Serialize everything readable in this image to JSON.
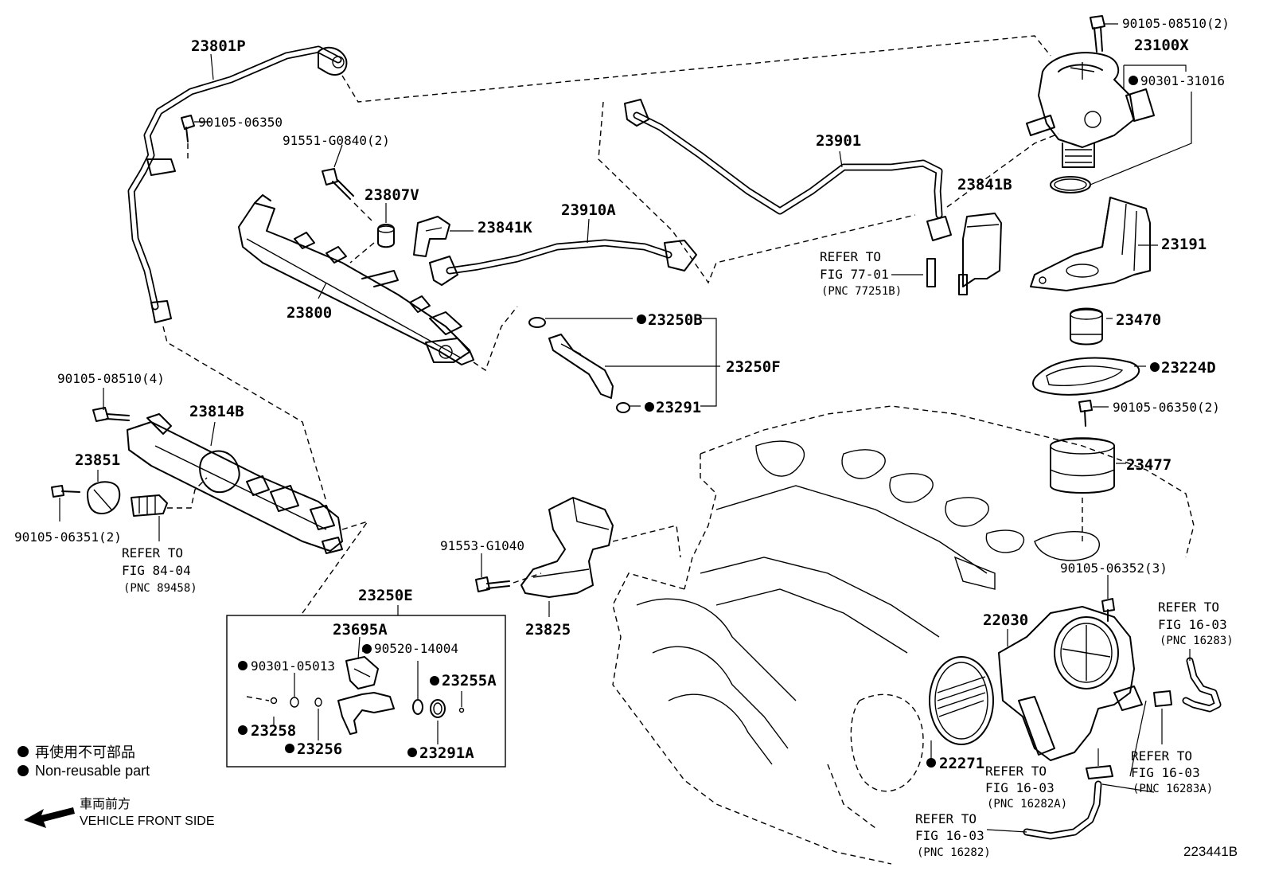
{
  "labels": {
    "l23801P": "23801P",
    "l90105_06350": "90105-06350",
    "l91551": "91551-G0840(2)",
    "l23807V": "23807V",
    "l23841K": "23841K",
    "l23910A": "23910A",
    "l23901": "23901",
    "l23841B": "23841B",
    "l90105_08510_2": "90105-08510(2)",
    "l23100X": "23100X",
    "l90301_31016": "90301-31016",
    "l23191": "23191",
    "l23800": "23800",
    "l23250B": "23250B",
    "l23250F": "23250F",
    "l23291": "23291",
    "l23470": "23470",
    "l23224D": "23224D",
    "l90105_06350_2": "90105-06350(2)",
    "l23477": "23477",
    "l90105_08510_4": "90105-08510(4)",
    "l23814B": "23814B",
    "l23851": "23851",
    "l90105_06351": "90105-06351(2)",
    "l91553": "91553-G1040",
    "l23825": "23825",
    "l23250E": "23250E",
    "l23695A": "23695A",
    "l90520": "90520-14004",
    "l90301_05013": "90301-05013",
    "l23255A": "23255A",
    "l23258": "23258",
    "l23256": "23256",
    "l23291A": "23291A",
    "l22030": "22030",
    "l22271": "22271",
    "l90105_06352": "90105-06352(3)"
  },
  "refs": {
    "r77": {
      "line1": "REFER TO",
      "line2": "FIG 77-01",
      "line3": "(PNC 77251B)"
    },
    "r84": {
      "line1": "REFER TO",
      "line2": "FIG 84-04",
      "line3": "(PNC 89458)"
    },
    "r16283": {
      "line1": "REFER TO",
      "line2": "FIG 16-03",
      "line3": "(PNC 16283)"
    },
    "r16283A": {
      "line1": "REFER TO",
      "line2": "FIG 16-03",
      "line3": "(PNC 16283A)"
    },
    "r16282A": {
      "line1": "REFER TO",
      "line2": "FIG 16-03",
      "line3": "(PNC 16282A)"
    },
    "r16282": {
      "line1": "REFER TO",
      "line2": "FIG 16-03",
      "line3": "(PNC 16282)"
    }
  },
  "legend": {
    "jp": "再使用不可部品",
    "en": "Non-reusable part"
  },
  "front": {
    "jp": "車両前方",
    "en": "VEHICLE FRONT SIDE"
  },
  "illustration_code": "223441B",
  "icons": {
    "non_reusable_marker": "filled-circle-icon",
    "front_direction": "arrow-left-icon"
  }
}
